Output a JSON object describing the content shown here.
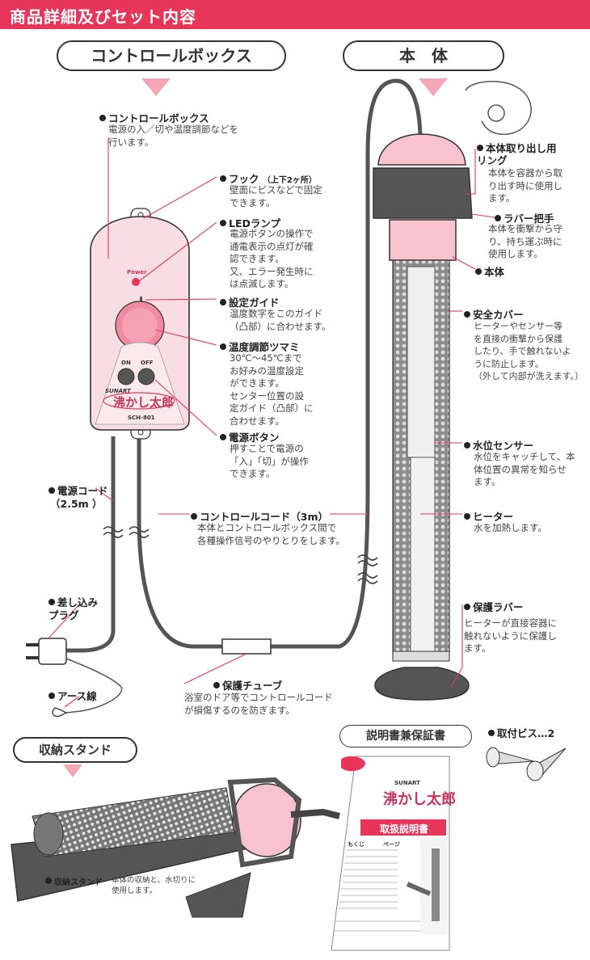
{
  "header": {
    "title": "商品詳細及びセット内容"
  },
  "sections": {
    "control_box": "コントロールボックス",
    "body": "本　体",
    "stand": "収納スタンド",
    "manual": "説明書兼保証書"
  },
  "device_text": {
    "power": "Power",
    "on": "ON",
    "off": "OFF",
    "brand": "SUNART",
    "logo": "沸かし太郎",
    "model": "SCH-801"
  },
  "labels": {
    "control_box": {
      "title": "コントロールボックス",
      "desc": "電源の入／切や温度調節などを\n行います。"
    },
    "hook": {
      "title": "フック",
      "note": "（上下2ヶ所）",
      "desc": "壁面にビスなどで固定\nできます。"
    },
    "led": {
      "title": "LEDランプ",
      "desc": "電源ボタンの操作で\n通電表示の点灯が確\n認できます。\n又、エラー発生時に\nは点滅します。"
    },
    "guide": {
      "title": "設定ガイド",
      "desc": "温度数字をこのガイド\n（凸部）に合わせます。"
    },
    "knob": {
      "title": "温度調節ツマミ",
      "desc": "30℃～45℃まで\nお好みの温度設定\nができます。\nセンター位置の設\n定ガイド（凸部）に\n合わせます。"
    },
    "power_button": {
      "title": "電源ボタン",
      "desc": "押すことで電源の\n「入」「切」が操作\nできます。"
    },
    "power_cord": {
      "title": "電源コード",
      "note": "（2.5m ）"
    },
    "control_cord": {
      "title": "コントロールコード（3m）",
      "desc": "本体とコントロールボックス間で\n各種操作信号のやりとりをします。"
    },
    "plug": {
      "title": "差し込み\nプラグ"
    },
    "earth": {
      "title": "アース線"
    },
    "tube": {
      "title": "保護チューブ",
      "desc": "浴室のドア等でコントロールコード\nが損傷するのを防ぎます。"
    },
    "ring": {
      "title": "本体取り出し用\nリング",
      "desc": "本体を容器から取\nり出す時に使用し\nます。"
    },
    "grip": {
      "title": "ラバー把手",
      "desc": "本体を衝撃から守\nり、持ち運ぶ時に\n使用します。"
    },
    "main": {
      "title": "本体"
    },
    "cover": {
      "title": "安全カバー",
      "desc": "ヒーターやセンサー等\nを直接の衝撃から保護\nしたり、手で触れないよ\nうに防止します。\n（外して内部が洗えます。）"
    },
    "sensor": {
      "title": "水位センサー",
      "desc": "水位をキャッチして、本\n体位置の異常を知らせ\nます。"
    },
    "heater": {
      "title": "ヒーター",
      "desc": "水を加熱します。"
    },
    "rubber": {
      "title": "保護ラバー",
      "desc": "ヒーターが直接容器に\n触れないように保護し\nます。"
    },
    "screws": {
      "title": "取付ビス…2"
    },
    "stand": {
      "title": "収納スタンド",
      "desc": "本体の収納と、水切りに\n使用します。"
    }
  },
  "manual_text": {
    "brand": "SUNART",
    "logo": "沸かし太郎",
    "title": "取扱説明書",
    "toc": "もくじ",
    "page": "ページ"
  },
  "colors": {
    "accent": "#e8365b",
    "pink": "#f4a7b6",
    "cord": "#555555"
  }
}
